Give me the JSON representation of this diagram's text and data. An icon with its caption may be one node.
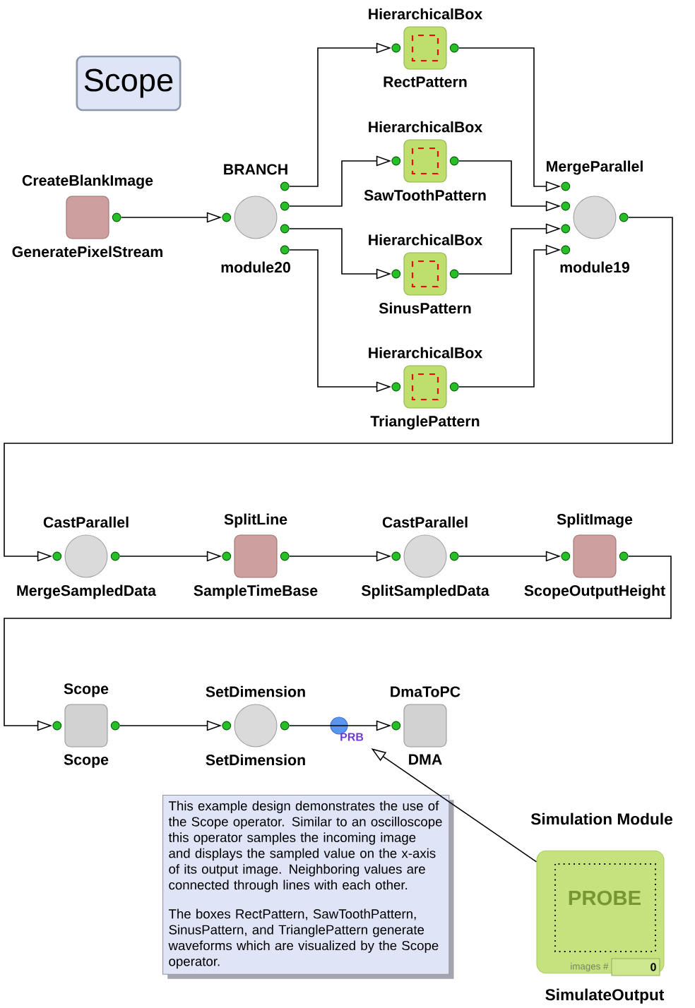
{
  "diagram": {
    "nodes": [
      {
        "text": [
          "Scope"
        ]
      },
      {
        "text": [
          "CreateBlankImage",
          "GeneratePixelStream"
        ]
      },
      {
        "text": [
          "BRANCH",
          "module20"
        ]
      },
      {
        "text": [
          "HierarchicalBox",
          "RectPattern"
        ]
      },
      {
        "text": [
          "HierarchicalBox",
          "SawToothPattern"
        ]
      },
      {
        "text": [
          "HierarchicalBox",
          "SinusPattern"
        ]
      },
      {
        "text": [
          "HierarchicalBox",
          "TrianglePattern"
        ]
      },
      {
        "text": [
          "MergeParallel",
          "module19"
        ]
      },
      {
        "text": [
          "CastParallel",
          "MergeSampledData"
        ]
      },
      {
        "text": [
          "SplitLine",
          "SampleTimeBase"
        ]
      },
      {
        "text": [
          "CastParallel",
          "SplitSampledData"
        ]
      },
      {
        "text": [
          "SplitImage",
          "ScopeOutputHeight"
        ]
      },
      {
        "text": [
          "Scope",
          "Scope"
        ]
      },
      {
        "text": [
          "SetDimension",
          "SetDimension"
        ]
      },
      {
        "text": [
          "DmaToPC",
          "DMA"
        ]
      },
      {
        "text": [
          "PRB"
        ]
      },
      {
        "text": [
          "This example design demonstrates the use of the Scope operator. Similar to an oscilloscope this operator samples the incoming image and displays the sampled value on the x-axis of its output image. Neighboring values are connected through lines with each other.",
          "The boxes RectPattern, SawToothPattern, SinusPattern, and TrianglePattern generate waveforms which are visualized by the Scope operator."
        ]
      },
      {
        "text": [
          "Simulation Module",
          "PROBE",
          "images #",
          "0",
          "SimulateOutput"
        ]
      }
    ],
    "edges": [
      {
        "from": 1,
        "to": 2,
        "arrow": "to"
      },
      {
        "from": 2,
        "to": 3,
        "arrow": "to"
      },
      {
        "from": 2,
        "to": 4,
        "arrow": "to"
      },
      {
        "from": 2,
        "to": 5,
        "arrow": "to"
      },
      {
        "from": 2,
        "to": 6,
        "arrow": "to"
      },
      {
        "from": 3,
        "to": 7,
        "arrow": "to"
      },
      {
        "from": 4,
        "to": 7,
        "arrow": "to"
      },
      {
        "from": 5,
        "to": 7,
        "arrow": "to"
      },
      {
        "from": 6,
        "to": 7,
        "arrow": "to"
      },
      {
        "from": 7,
        "to": 8,
        "arrow": "to"
      },
      {
        "from": 8,
        "to": 9,
        "arrow": "to"
      },
      {
        "from": 9,
        "to": 10,
        "arrow": "to"
      },
      {
        "from": 10,
        "to": 11,
        "arrow": "to"
      },
      {
        "from": 11,
        "to": 12,
        "arrow": "to"
      },
      {
        "from": 12,
        "to": 13,
        "arrow": "to"
      },
      {
        "from": 13,
        "to": 14,
        "arrow": "to"
      },
      {
        "from": 17,
        "to": 15,
        "arrow": "to"
      }
    ]
  }
}
